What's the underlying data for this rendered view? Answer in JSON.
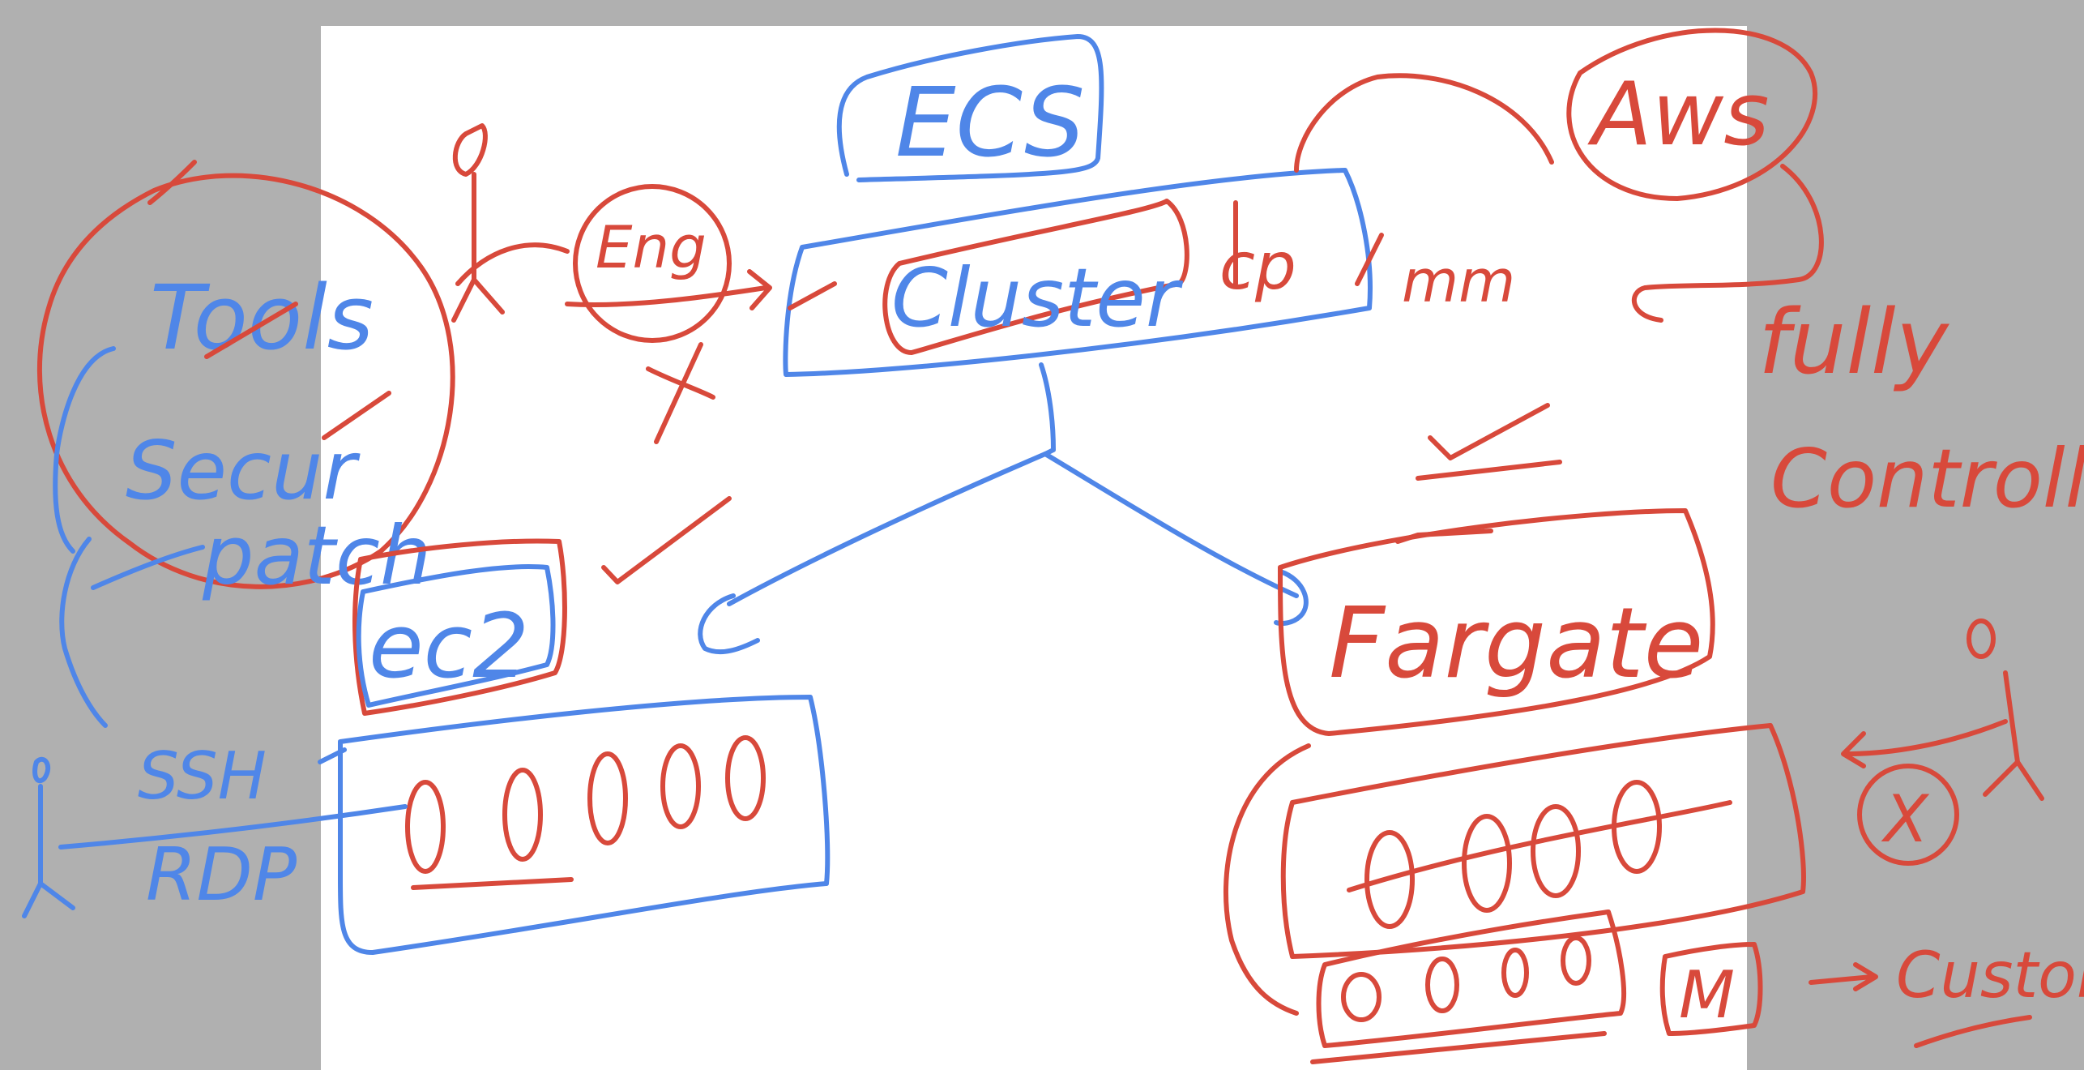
{
  "colors": {
    "background": "#b0b0b0",
    "canvas": "#ffffff",
    "blue_ink": "#4f86e8",
    "red_ink": "#d8493b"
  },
  "labels": {
    "ecs": "ECS",
    "aws": "Aws",
    "cluster": "Cluster",
    "cp": "cp",
    "mm": "mm",
    "eng": "Eng",
    "tools": "Tools",
    "secur": "Secur",
    "patch": "patch",
    "ec2": "ec2",
    "ssh": "SSH",
    "rdp": "RDP",
    "fargate": "Fargate",
    "fully": "fully",
    "controll": "Controll",
    "m": "M",
    "custom": "Custom",
    "x_mark": "X"
  }
}
